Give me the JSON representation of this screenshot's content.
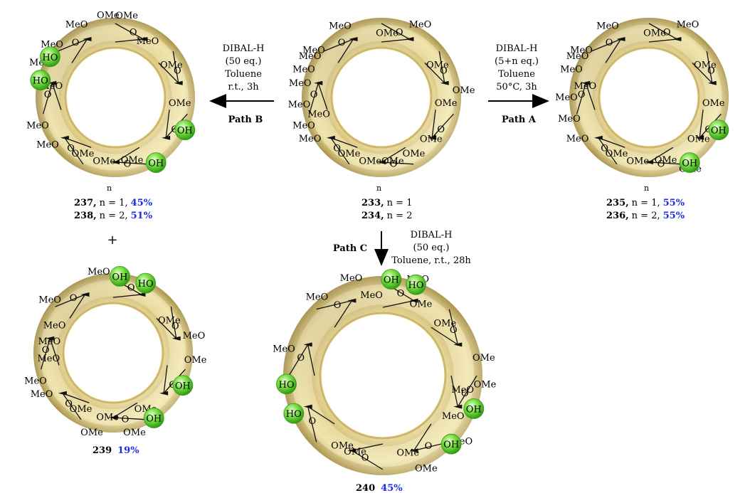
{
  "rings": {
    "r233": {
      "ome": [
        "MeO",
        "OMe",
        "MeO",
        "OMe",
        "MeO",
        "OMe",
        "MeO",
        "OMe",
        "MeO",
        "OMe",
        "MeO",
        "OMe",
        "MeO",
        "OMe",
        "OMe",
        "OMe",
        "MeO",
        "MeO",
        "MeO"
      ],
      "oh": []
    },
    "r237": {
      "ome": [
        "OMe",
        "MeO",
        "MeO",
        "OMe",
        "MeO",
        "OMe",
        "OMe",
        "MeO",
        "MeO",
        "OMe",
        "MeO",
        "OMe",
        "MeO",
        "OMe"
      ],
      "oh": [
        "HO",
        "HO",
        "OH",
        "OH"
      ]
    },
    "r235": {
      "ome": [
        "MeO",
        "OMe",
        "MeO",
        "OMe",
        "MeO",
        "OMe",
        "MeO",
        "OMe",
        "MeO",
        "OMe",
        "MeO",
        "OMe",
        "MeO",
        "OMe",
        "OMe",
        "MeO",
        "MeO"
      ],
      "oh": [
        "OH",
        "OH"
      ]
    },
    "r239": {
      "ome": [
        "MeO",
        "OMe",
        "MeO",
        "MeO",
        "OMe",
        "MeO",
        "OMe",
        "OMe",
        "MeO",
        "MeO",
        "OMe",
        "OMe",
        "MeO",
        "OMe",
        "MeO"
      ],
      "oh": [
        "OH",
        "HO",
        "OH",
        "OH"
      ]
    },
    "r240": {
      "ome": [
        "MeO",
        "MeO",
        "MeO",
        "OMe",
        "MeO",
        "OMe",
        "MeO",
        "OMe",
        "OMe",
        "OMe",
        "OMe",
        "MeO",
        "OMe",
        "MeO",
        "MeO",
        "OMe"
      ],
      "oh": [
        "OH",
        "HO",
        "OH",
        "OH",
        "HO",
        "HO"
      ]
    }
  },
  "pathB": {
    "reagent": "DIBAL-H",
    "eq": "(50 eq.)",
    "solvent": "Toluene",
    "cond": "r.t., 3h",
    "label": "Path B"
  },
  "pathA": {
    "reagent": "DIBAL-H",
    "eq": "(5+n eq.)",
    "solvent": "Toluene",
    "cond": "50°C, 3h",
    "label": "Path A"
  },
  "pathC": {
    "label": "Path C",
    "reagent": "DIBAL-H",
    "eq": "(50 eq.)",
    "cond": "Toluene, r.t., 28h"
  },
  "compounds": {
    "c233": {
      "num": "233,",
      "rest": "n = 1"
    },
    "c234": {
      "num": "234,",
      "rest": "n = 2"
    },
    "c237": {
      "num": "237,",
      "rest": "n = 1,",
      "yield": "45%"
    },
    "c238": {
      "num": "238,",
      "rest": "n = 2,",
      "yield": "51%"
    },
    "c235": {
      "num": "235,",
      "rest": "n = 1,",
      "yield": "55%"
    },
    "c236": {
      "num": "236,",
      "rest": "n = 2,",
      "yield": "55%"
    },
    "c239": {
      "num": "239",
      "yield": "19%"
    },
    "c240": {
      "num": "240",
      "yield": "45%"
    }
  },
  "plus": "+",
  "subscript_n": "n",
  "colors": {
    "torus": "#c9b36a",
    "torus_light": "#f3e7b0",
    "oh_ball": "#6cd83c",
    "yield": "#1a2ee6",
    "arrow": "#000000"
  }
}
